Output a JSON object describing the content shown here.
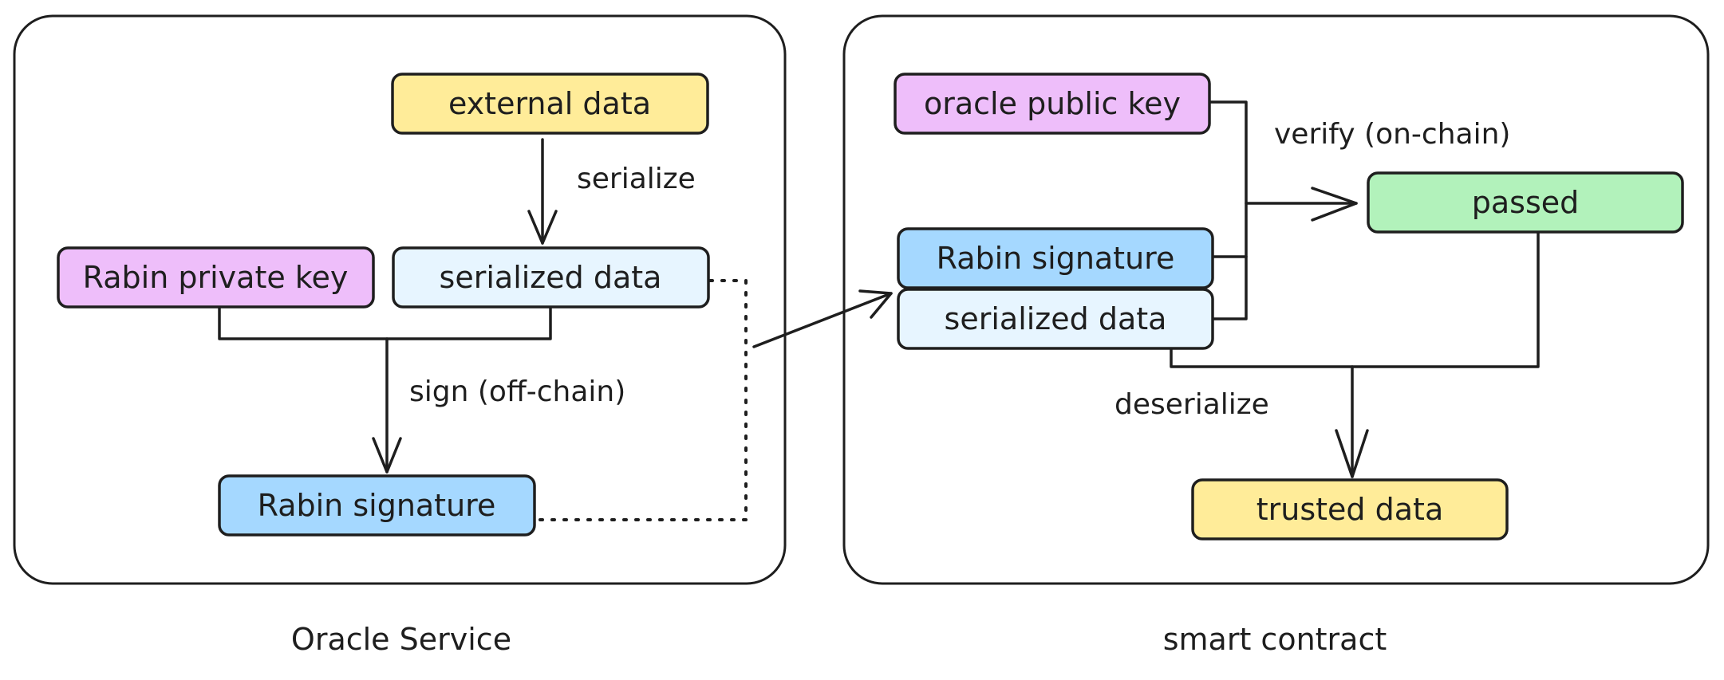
{
  "colors": {
    "yellow": "#ffec99",
    "violet": "#eebefa",
    "light_blue": "#e7f5ff",
    "blue": "#a5d8ff",
    "green": "#b2f2bb",
    "stroke": "#1e1e1e"
  },
  "oracle_service": {
    "title": "Oracle Service",
    "external_data": "external data",
    "serialize_label": "serialize",
    "private_key": "Rabin private key",
    "serialized_data": "serialized data",
    "sign_label": "sign (off-chain)",
    "signature": "Rabin signature"
  },
  "smart_contract": {
    "title": "smart contract",
    "public_key": "oracle public key",
    "verify_label": "verify (on-chain)",
    "passed": "passed",
    "signature": "Rabin signature",
    "serialized_data": "serialized data",
    "deserialize_label": "deserialize",
    "trusted_data": "trusted data"
  }
}
